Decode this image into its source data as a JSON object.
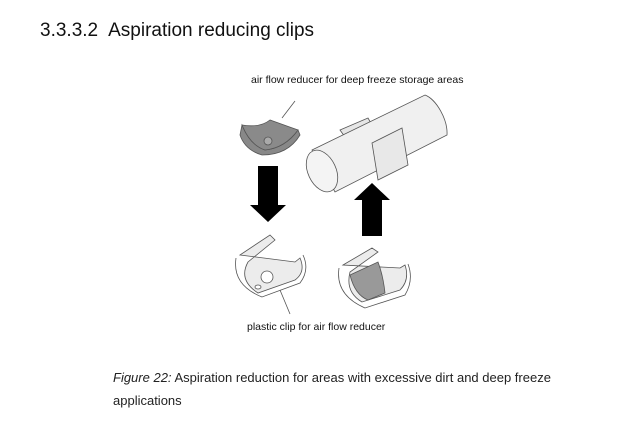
{
  "section": {
    "number": "3.3.3.2",
    "title": "Aspiration reducing clips"
  },
  "figure": {
    "labels": {
      "top": "air flow reducer for deep freeze storage areas",
      "bottom": "plastic clip for air flow reducer"
    },
    "caption_prefix": "Figure 22:",
    "caption_text": "Aspiration reduction for areas with excessive dirt and deep freeze applications"
  }
}
